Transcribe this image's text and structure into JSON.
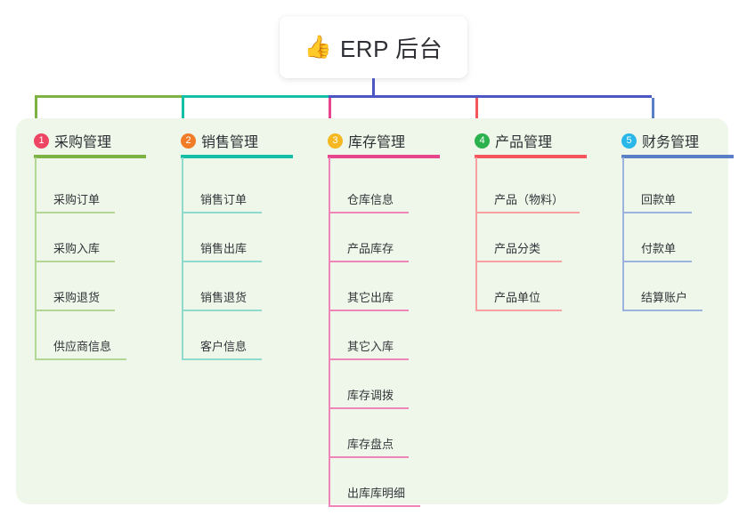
{
  "root": {
    "icon": "thumbs-up-icon",
    "emoji": "👍",
    "title": "ERP 后台"
  },
  "panel": {
    "background": "#eef7e9"
  },
  "connector": {
    "root_stem_color": "#4d57c4",
    "segments": [
      {
        "color": "#7cb342",
        "from": "col1",
        "to": "col2"
      },
      {
        "color": "#15bfa5",
        "from": "col2",
        "to": "col3"
      },
      {
        "color": "#4d57c4",
        "from": "col3",
        "to": "col5"
      }
    ]
  },
  "columns": [
    {
      "index": "1",
      "title": "采购管理",
      "badge_color": "#ef4565",
      "line_color": "#7cb342",
      "item_line_color": "#b2d694",
      "items": [
        {
          "label": "采购订单",
          "width": 90
        },
        {
          "label": "采购入库",
          "width": 90
        },
        {
          "label": "采购退货",
          "width": 90
        },
        {
          "label": "供应商信息",
          "width": 103
        }
      ]
    },
    {
      "index": "2",
      "title": "销售管理",
      "badge_color": "#f07c28",
      "line_color": "#15bfa5",
      "item_line_color": "#8fd9cd",
      "items": [
        {
          "label": "销售订单",
          "width": 90
        },
        {
          "label": "销售出库",
          "width": 90
        },
        {
          "label": "销售退货",
          "width": 90
        },
        {
          "label": "客户信息",
          "width": 90
        }
      ]
    },
    {
      "index": "3",
      "title": "库存管理",
      "badge_color": "#f5b820",
      "line_color": "#e8458f",
      "item_line_color": "#ee85b6",
      "items": [
        {
          "label": "仓库信息",
          "width": 90
        },
        {
          "label": "产品库存",
          "width": 90
        },
        {
          "label": "其它出库",
          "width": 90
        },
        {
          "label": "其它入库",
          "width": 90
        },
        {
          "label": "库存调拨",
          "width": 90
        },
        {
          "label": "库存盘点",
          "width": 90
        },
        {
          "label": "出库库明细",
          "width": 103
        }
      ]
    },
    {
      "index": "4",
      "title": "产品管理",
      "badge_color": "#2bb14e",
      "line_color": "#f4565c",
      "item_line_color": "#f9a0a3",
      "items": [
        {
          "label": "产品（物料）",
          "width": 117
        },
        {
          "label": "产品分类",
          "width": 97
        },
        {
          "label": "产品单位",
          "width": 97
        }
      ]
    },
    {
      "index": "5",
      "title": "财务管理",
      "badge_color": "#29b6e8",
      "line_color": "#5b7fc7",
      "item_line_color": "#9bb3de",
      "items": [
        {
          "label": "回款单",
          "width": 78
        },
        {
          "label": "付款单",
          "width": 78
        },
        {
          "label": "结算账户",
          "width": 90
        }
      ]
    }
  ]
}
